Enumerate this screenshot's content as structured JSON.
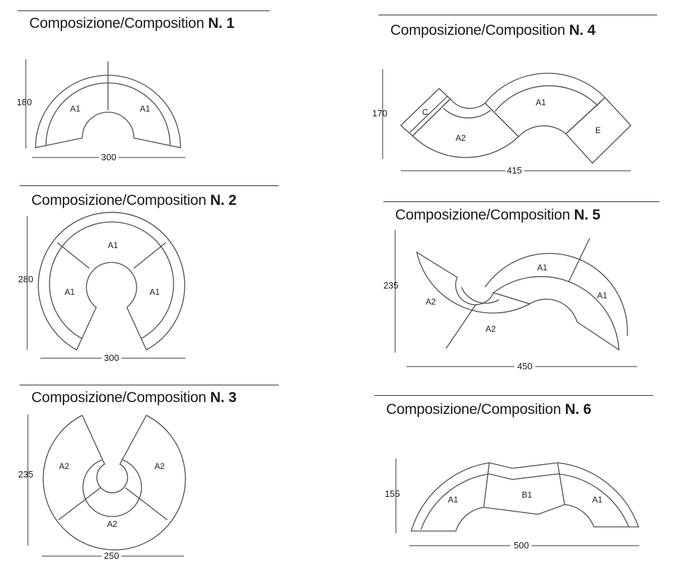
{
  "compositions": [
    {
      "prefix": "Composizione/Composition",
      "number": "N. 1",
      "height": "180",
      "width": "300",
      "modules": [
        "A1",
        "A1"
      ]
    },
    {
      "prefix": "Composizione/Composition",
      "number": "N. 2",
      "height": "280",
      "width": "300",
      "modules": [
        "A1",
        "A1",
        "A1"
      ]
    },
    {
      "prefix": "Composizione/Composition",
      "number": "N. 3",
      "height": "235",
      "width": "250",
      "modules": [
        "A2",
        "A2",
        "A2"
      ]
    },
    {
      "prefix": "Composizione/Composition",
      "number": "N. 4",
      "height": "170",
      "width": "415",
      "modules": [
        "C",
        "A2",
        "A1",
        "E"
      ]
    },
    {
      "prefix": "Composizione/Composition",
      "number": "N. 5",
      "height": "235",
      "width": "450",
      "modules": [
        "A2",
        "A2",
        "A1",
        "A1"
      ]
    },
    {
      "prefix": "Composizione/Composition",
      "number": "N. 6",
      "height": "155",
      "width": "500",
      "modules": [
        "A1",
        "B1",
        "A1"
      ]
    }
  ]
}
